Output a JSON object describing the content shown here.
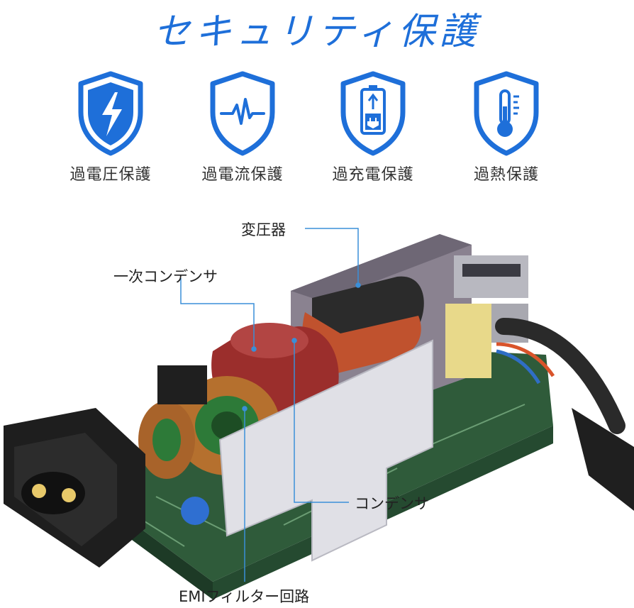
{
  "title": "セキュリティ保護",
  "colors": {
    "accent": "#1e6fd9",
    "callout_line": "#3a8fd8"
  },
  "features": [
    {
      "icon": "lightning-shield-icon",
      "label": "過電圧保護"
    },
    {
      "icon": "pulse-shield-icon",
      "label": "過電流保護"
    },
    {
      "icon": "battery-plug-shield-icon",
      "label": "過充電保護"
    },
    {
      "icon": "thermometer-shield-icon",
      "label": "過熱保護"
    }
  ],
  "callouts": {
    "transformer": "変圧器",
    "primary_capacitor": "一次コンデンサ",
    "capacitor": "コンデンサ",
    "emi_filter": "EMIフィルター回路"
  }
}
